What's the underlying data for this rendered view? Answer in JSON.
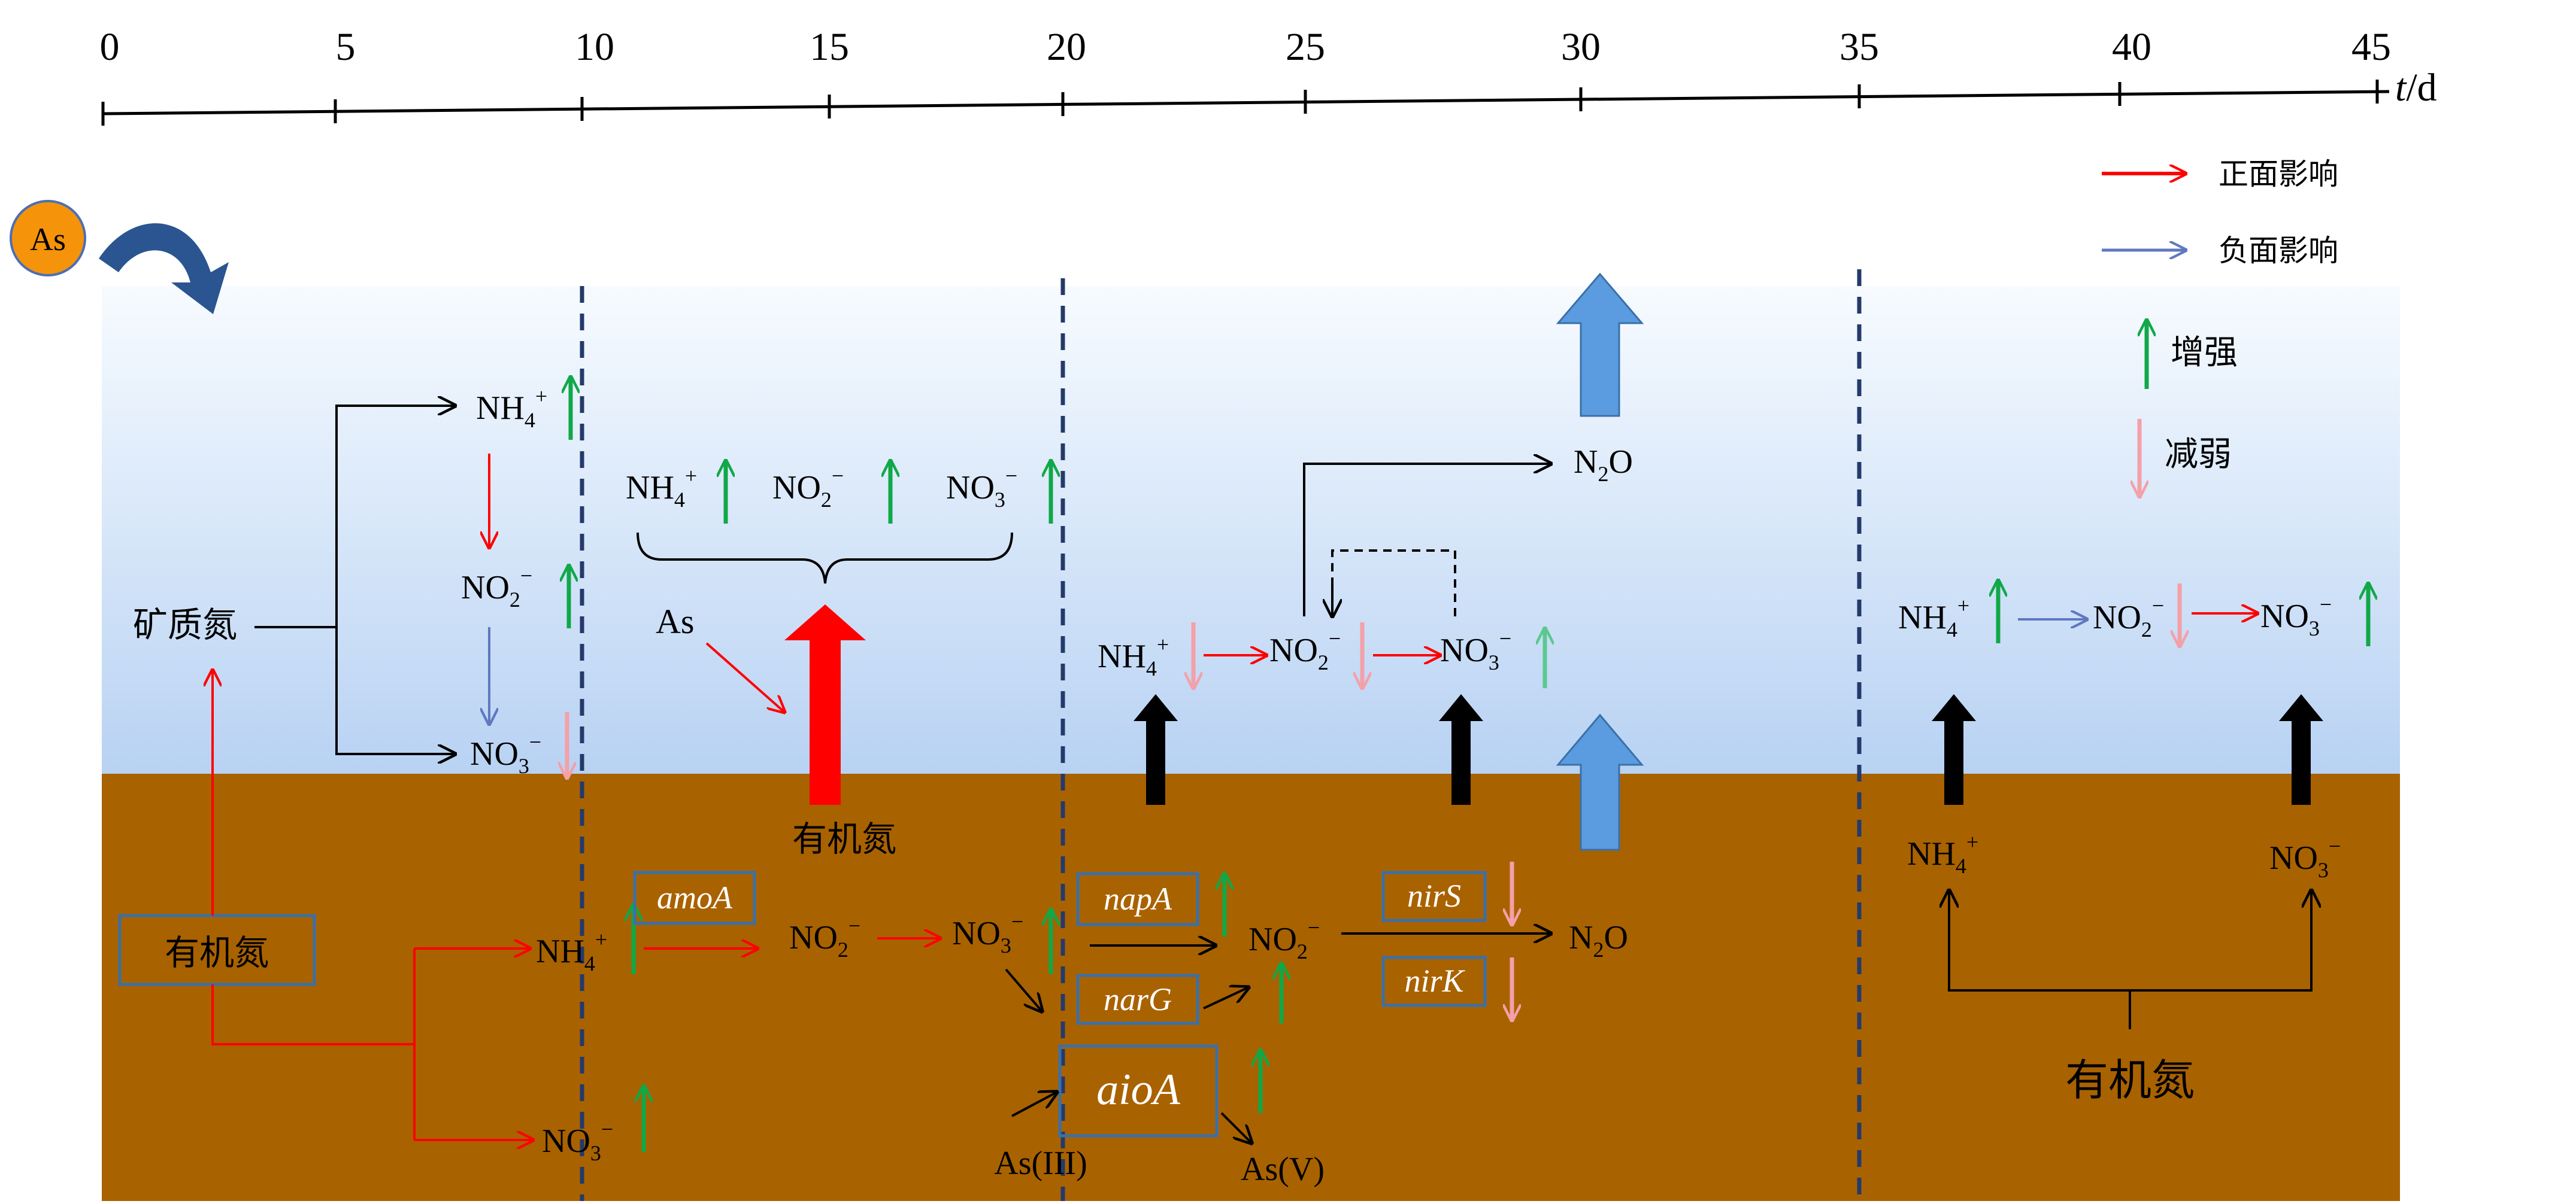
{
  "timeline": {
    "ticks": [
      "0",
      "5",
      "10",
      "15",
      "20",
      "25",
      "30",
      "35",
      "40",
      "45"
    ],
    "unit_var": "t",
    "unit_sep": "/d"
  },
  "badge": {
    "label": "As"
  },
  "legend": {
    "positive": "正面影响",
    "negative": "负面影响",
    "enhance": "增强",
    "weaken": "减弱"
  },
  "colors": {
    "sky_top": "#f7fbff",
    "sky_bottom": "#b8d2f3",
    "soil": "#a96200",
    "positive_arrow": "#ff0000",
    "negative_arrow": "#6078c0",
    "increase_arrow": "#10a848",
    "decrease_arrow": "#f4a0a8",
    "boundary_line": "#243a6a",
    "badge_fill": "#f5930a",
    "big_blue_arrow": "#5b9be0",
    "curved_arrow": "#2a5590"
  },
  "p1": {
    "mineral_n": "矿质氮",
    "nh4_base": "NH",
    "nh4_sub": "4",
    "nh4_sup": "+",
    "no2_base": "NO",
    "no2_sub": "2",
    "no2_sup": "−",
    "no3_base": "NO",
    "no3_sub": "3",
    "no3_sup": "−",
    "organic_n_box": "有机氮",
    "soil_nh4_base": "NH",
    "soil_nh4_sub": "4",
    "soil_nh4_sup": "+",
    "soil_no3_base": "NO",
    "soil_no3_sub": "3",
    "soil_no3_sup": "−"
  },
  "p2": {
    "nh4_base": "NH",
    "nh4_sub": "4",
    "nh4_sup": "+",
    "no2_base": "NO",
    "no2_sub": "2",
    "no2_sup": "−",
    "no3_base": "NO",
    "no3_sub": "3",
    "no3_sup": "−",
    "as_label": "As",
    "organic_n": "有机氮",
    "gene_amoA": "amoA",
    "soil_no2_base": "NO",
    "soil_no2_sub": "2",
    "soil_no2_sup": "−",
    "soil_no3_base": "NO",
    "soil_no3_sub": "3",
    "soil_no3_sup": "−"
  },
  "p3": {
    "n2o_base": "N",
    "n2o_sub": "2",
    "n2o_tail": "O",
    "nh4_base": "NH",
    "nh4_sub": "4",
    "nh4_sup": "+",
    "no2_base": "NO",
    "no2_sub": "2",
    "no2_sup": "−",
    "no3_base": "NO",
    "no3_sub": "3",
    "no3_sup": "−",
    "gene_napA": "napA",
    "gene_narG": "narG",
    "gene_nirS": "nirS",
    "gene_nirK": "nirK",
    "gene_aioA": "aioA",
    "soil_no2_base": "NO",
    "soil_no2_sub": "2",
    "soil_no2_sup": "−",
    "soil_n2o_base": "N",
    "soil_n2o_sub": "2",
    "soil_n2o_tail": "O",
    "as3": "As(III)",
    "as5": "As(V)"
  },
  "p4": {
    "nh4_base": "NH",
    "nh4_sub": "4",
    "nh4_sup": "+",
    "no2_base": "NO",
    "no2_sub": "2",
    "no2_sup": "−",
    "no3_base": "NO",
    "no3_sub": "3",
    "no3_sup": "−",
    "soil_nh4_base": "NH",
    "soil_nh4_sub": "4",
    "soil_nh4_sup": "+",
    "soil_no3_base": "NO",
    "soil_no3_sub": "3",
    "soil_no3_sup": "−",
    "organic_n": "有机氮"
  }
}
